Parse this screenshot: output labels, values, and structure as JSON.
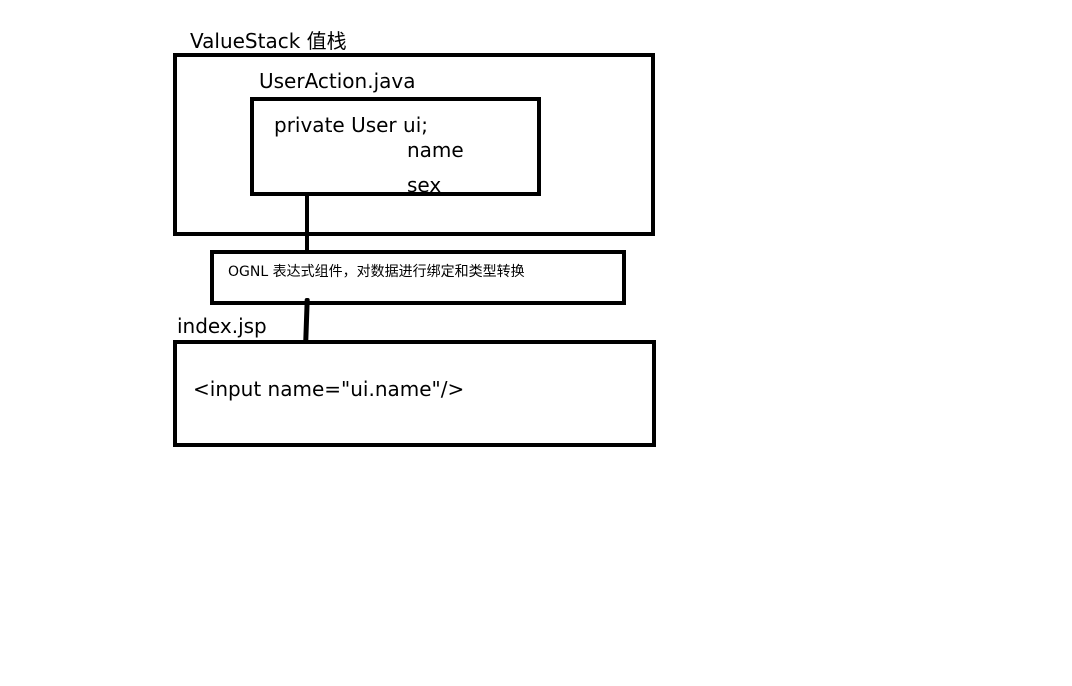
{
  "value_stack": {
    "label": "ValueStack 值栈"
  },
  "user_action": {
    "file_label": "UserAction.java",
    "field_declaration": "private User ui;",
    "properties": [
      "name",
      "sex"
    ]
  },
  "ognl": {
    "description": "OGNL 表达式组件，对数据进行绑定和类型转换"
  },
  "jsp": {
    "file_label": "index.jsp",
    "code": "<input name=\"ui.name\"/>"
  }
}
